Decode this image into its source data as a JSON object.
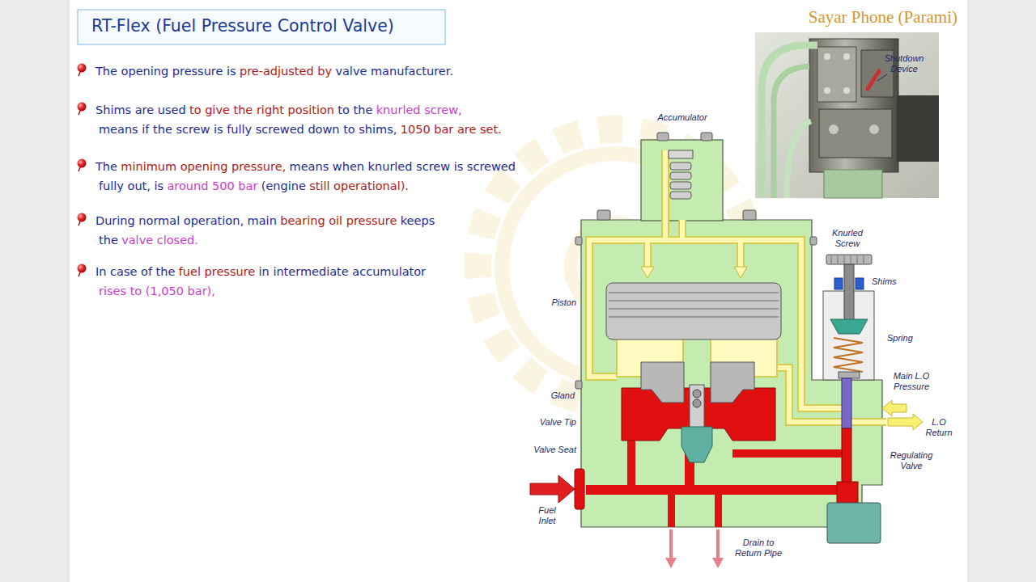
{
  "diagram": {
    "title": "RT-Flex (Fuel Pressure Control Valve)",
    "labels": [
      "The opening pressure is",
      "pre-adjusted by",
      "valve manufacturer.",
      "Shims are used",
      "to give the right position",
      "to the",
      "knurled screw,",
      "means if the screw is fully screwed down to shims,",
      "1050 bar are set.",
      "The",
      "minimum opening pressure,",
      "means when knurled screw is screwed",
      "fully out, is",
      "around 500 bar",
      "(engine",
      "still operational).",
      "During normal operation, main",
      "bearing oil pressure",
      "keeps",
      "the",
      "valve closed.",
      "In case of the",
      "fuel pressure",
      "in intermediate accumulator",
      "rises to (1,050 bar),",
      "Sayar Phone (Parami)",
      "Shutdown Device",
      "Accumulator",
      "Knurled Screw",
      "Shims",
      "Piston",
      "Spring",
      "Main L.O Pressure",
      "Gland",
      "L.O Return",
      "Valve Tip",
      "Valve Seat",
      "Regulating Valve",
      "Fuel Inlet",
      "Drain to Return Pipe"
    ]
  }
}
